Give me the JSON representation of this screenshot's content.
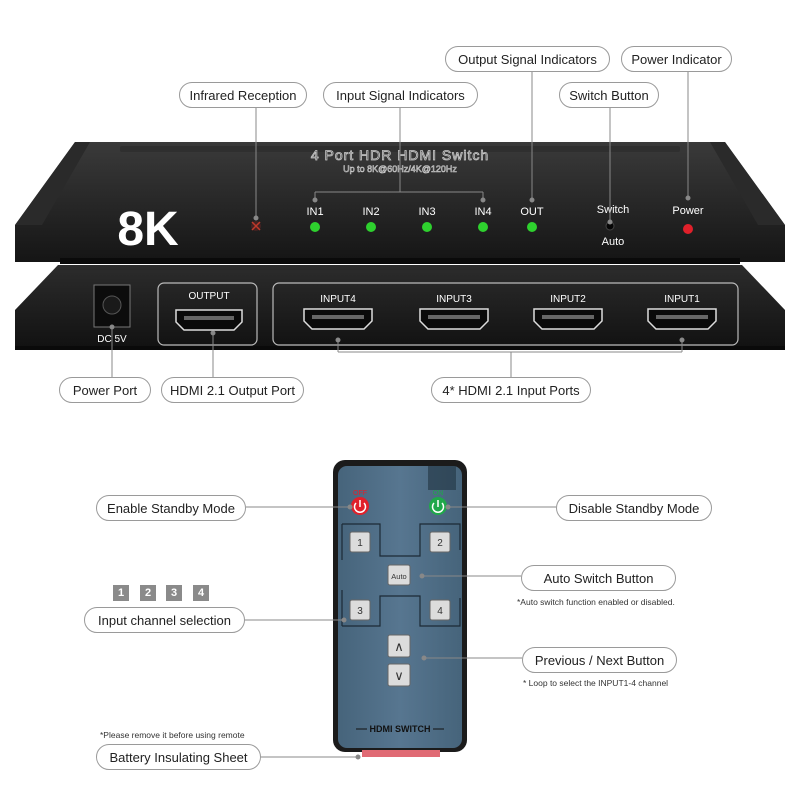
{
  "device": {
    "title": "4 Port HDR HDMI Switch",
    "subtitle": "Up to 8K@60Hz/4K@120Hz",
    "badge": "8K",
    "front_labels": [
      "IN1",
      "IN2",
      "IN3",
      "IN4",
      "OUT"
    ],
    "switch_label": "Switch",
    "auto_label": "Auto",
    "power_label": "Power",
    "dc_label": "DC 5V",
    "output_port_label": "OUTPUT",
    "input_port_labels": [
      "INPUT4",
      "INPUT3",
      "INPUT2",
      "INPUT1"
    ]
  },
  "callouts": {
    "infrared": "Infrared Reception",
    "input_indicators": "Input Signal Indicators",
    "output_indicators": "Output Signal Indicators",
    "power_indicator": "Power Indicator",
    "switch_button": "Switch Button",
    "power_port": "Power Port",
    "output_port": "HDMI 2.1 Output Port",
    "input_ports": "4* HDMI 2.1 Input Ports"
  },
  "remote": {
    "off_label": "OFF",
    "on_label": "ON",
    "buttons": [
      "1",
      "2",
      "Auto",
      "3",
      "4"
    ],
    "up_arrow": "∧",
    "down_arrow": "∨",
    "brand": "HDMI SWITCH"
  },
  "remote_callouts": {
    "standby_on": "Enable Standby Mode",
    "standby_off": "Disable Standby Mode",
    "auto_switch": "Auto Switch Button",
    "auto_note": "*Auto switch function enabled or disabled.",
    "channel_select": "Input channel selection",
    "channel_chips": [
      "1",
      "2",
      "3",
      "4"
    ],
    "prev_next": "Previous / Next Button",
    "loop_note": "* Loop to select the INPUT1-4 channel",
    "battery_note": "*Please remove it before using remote",
    "battery": "Battery Insulating Sheet"
  },
  "colors": {
    "device_body": "#1e1e1e",
    "led_green": "#2ed12e",
    "led_red": "#e0202a",
    "remote_body": "#4f6e86",
    "power_off_red": "#e0202a",
    "power_on_green": "#1fa84a",
    "battery_sheet": "#e06a74"
  }
}
